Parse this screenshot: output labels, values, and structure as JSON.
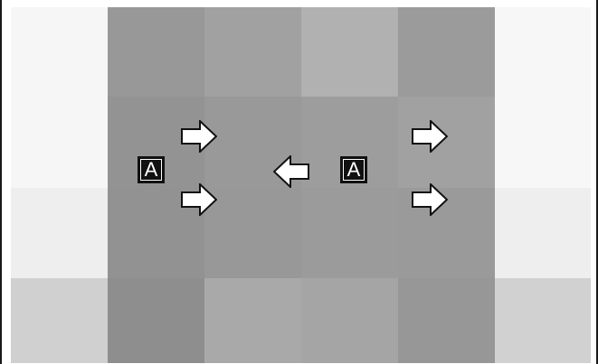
{
  "diagram": {
    "rows": 4,
    "cols": 6,
    "cells": [
      [
        "#f6f6f6",
        "#989898",
        "#a1a1a1",
        "#b1b1b1",
        "#9b9b9b",
        "#f7f7f7"
      ],
      [
        "#f6f6f6",
        "#939393",
        "#999999",
        "#9d9d9d",
        "#a1a1a1",
        "#f7f7f7"
      ],
      [
        "#eeeeee",
        "#929292",
        "#989898",
        "#9b9b9b",
        "#9a9a9a",
        "#eeeeee"
      ],
      [
        "#d0d0d0",
        "#8e8e8e",
        "#a9a9a9",
        "#a5a5a5",
        "#979797",
        "#d1d1d1"
      ]
    ],
    "markers": [
      {
        "label": "A"
      },
      {
        "label": "A"
      }
    ],
    "arrows": [
      {
        "direction": "right"
      },
      {
        "direction": "right"
      },
      {
        "direction": "left"
      },
      {
        "direction": "right"
      },
      {
        "direction": "right"
      }
    ]
  }
}
